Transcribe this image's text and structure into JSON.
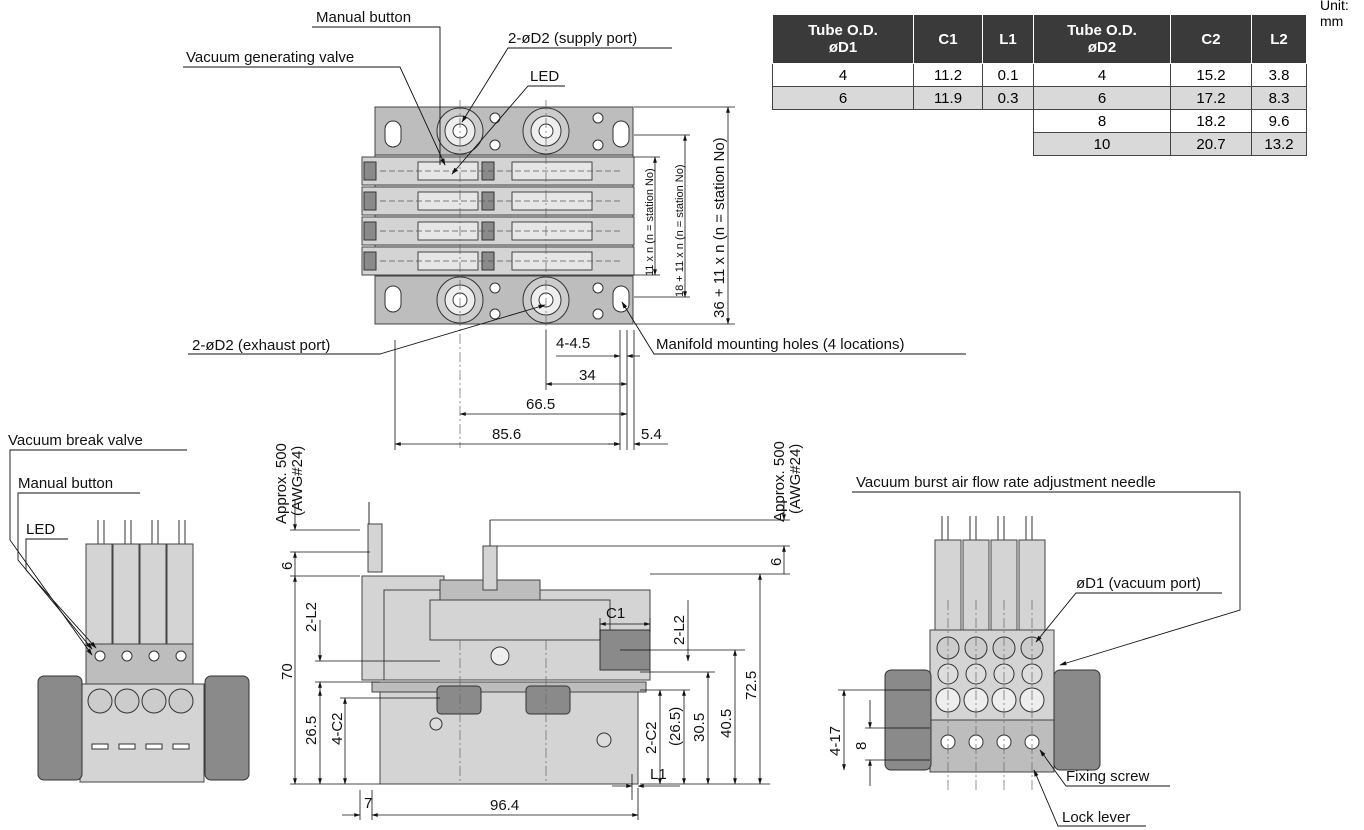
{
  "unit": "Unit: mm",
  "table": {
    "headers": [
      "Tube O.D. øD1",
      "C1",
      "L1",
      "Tube O.D. øD2",
      "C2",
      "L2"
    ],
    "header_lines": [
      [
        "Tube O.D.",
        "øD1"
      ],
      [
        "C1"
      ],
      [
        "L1"
      ],
      [
        "Tube O.D.",
        "øD2"
      ],
      [
        "C2"
      ],
      [
        "L2"
      ]
    ],
    "rows": [
      [
        "4",
        "11.2",
        "0.1",
        "4",
        "15.2",
        "3.8"
      ],
      [
        "6",
        "11.9",
        "0.3",
        "6",
        "17.2",
        "8.3"
      ],
      [
        "",
        "",
        "",
        "8",
        "18.2",
        "9.6"
      ],
      [
        "",
        "",
        "",
        "10",
        "20.7",
        "13.2"
      ]
    ]
  },
  "labels": {
    "manual_button_top": "Manual button",
    "supply_port": "2-øD2 (supply port)",
    "vacuum_generating_valve": "Vacuum generating valve",
    "led_top": "LED",
    "exhaust_port": "2-øD2 (exhaust port)",
    "mounting_holes": "Manifold mounting holes (4 locations)",
    "vacuum_break_valve": "Vacuum break valve",
    "manual_button_left": "Manual button",
    "led_left": "LED",
    "needle": "Vacuum burst air flow rate adjustment needle",
    "vacuum_port": "øD1 (vacuum port)",
    "fixing_screw": "Fixing screw",
    "lock_lever": "Lock lever"
  },
  "dims": {
    "d_11n": "11 x n (n = station No)",
    "d_18_11n": "18 + 11 x n (n = station No)",
    "d_36_11n": "36 + 11 x n (n = station No)",
    "d_4_45": "4-4.5",
    "d_34": "34",
    "d_665": "66.5",
    "d_856": "85.6",
    "d_54": "5.4",
    "approx500_a": "Approx. 500",
    "awg_a": "(AWG#24)",
    "approx500_b": "Approx. 500",
    "awg_b": "(AWG#24)",
    "d_6a": "6",
    "d_6b": "6",
    "d_2L2a": "2-L2",
    "d_2L2b": "2-L2",
    "d_70": "70",
    "d_265": "26.5",
    "d_4C2": "4-C2",
    "d_C1": "C1",
    "d_2C2": "2-C2",
    "d_265p": "(26.5)",
    "d_305": "30.5",
    "d_405": "40.5",
    "d_725": "72.5",
    "d_L1": "L1",
    "d_7": "7",
    "d_964": "96.4",
    "d_417": "4-17",
    "d_8": "8"
  }
}
